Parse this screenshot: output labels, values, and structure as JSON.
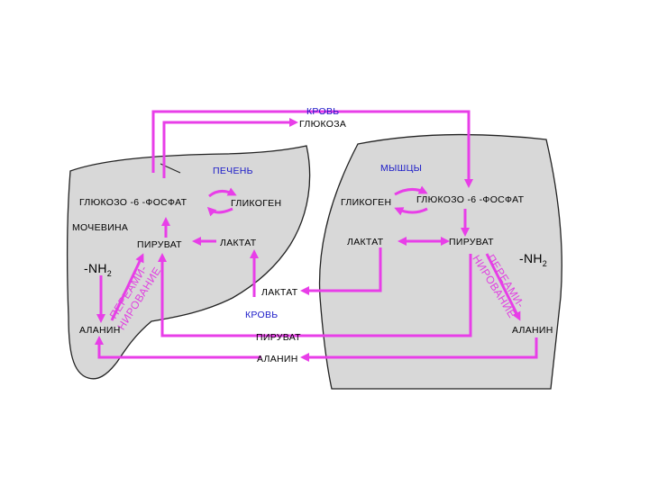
{
  "colors": {
    "arrow": "#e83ee8",
    "organ_fill": "#d8d8d8",
    "heading": "#1a1ac8"
  },
  "blood_top": {
    "heading": "КРОВЬ",
    "glucose": "ГЛЮКОЗА"
  },
  "liver": {
    "heading": "ПЕЧЕНЬ",
    "g6p": "ГЛЮКОЗО -6 -ФОСФАТ",
    "glycogen": "ГЛИКОГЕН",
    "urea": "МОЧЕВИНА",
    "pyruvate": "ПИРУВАТ",
    "lactate": "ЛАКТАТ",
    "nh2": "-NH",
    "nh2_sub": "2",
    "transamination_1": "ПЕРЕАМИ-",
    "transamination_2": "НИРОВАНИЕ",
    "alanine": "АЛАНИН"
  },
  "muscle": {
    "heading": "МЫШЦЫ",
    "glycogen": "ГЛИКОГЕН",
    "g6p": "ГЛЮКОЗО -6 -ФОСФАТ",
    "lactate": "ЛАКТАТ",
    "pyruvate": "ПИРУВАТ",
    "nh2": "-NH",
    "nh2_sub": "2",
    "transamination_1": "ПЕРЕАМИ-",
    "transamination_2": "НИРОВАНИЕ",
    "alanine": "АЛАНИН"
  },
  "blood_middle": {
    "lactate": "ЛАКТАТ",
    "heading": "КРОВЬ",
    "pyruvate": "ПИРУВАТ",
    "alanine": "АЛАНИН"
  }
}
